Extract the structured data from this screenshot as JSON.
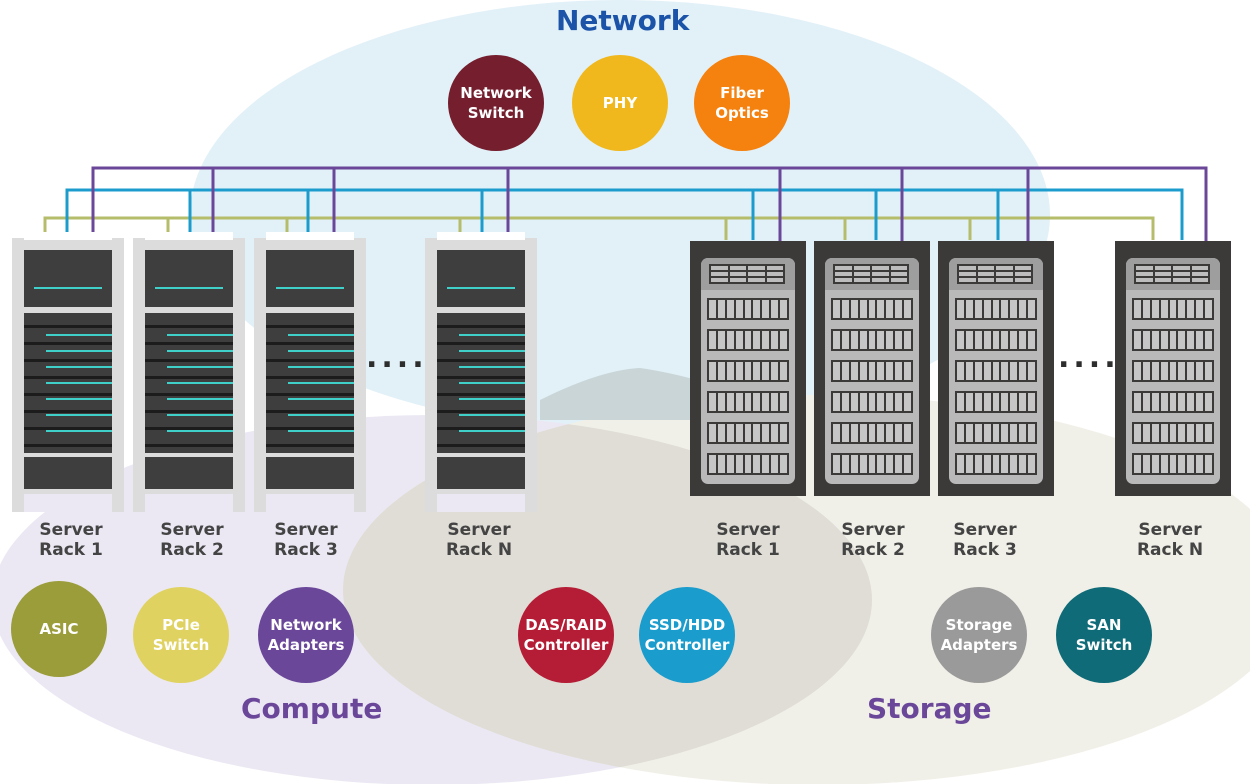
{
  "regions": {
    "network": {
      "title": "Network",
      "color": "#1a53a8",
      "fill": "#e2f1f8"
    },
    "compute": {
      "title": "Compute",
      "color": "#6b479a",
      "fill": "#ebe8f3"
    },
    "storage": {
      "title": "Storage",
      "color": "#6b479a",
      "fill": "#f1f0e8"
    },
    "overlap_fill": "#e0ddd6"
  },
  "network_components": [
    {
      "label": "Network\nSwitch",
      "color": "#741e2e"
    },
    {
      "label": "PHY",
      "color": "#f0b81d"
    },
    {
      "label": "Fiber\nOptics",
      "color": "#f5810f"
    }
  ],
  "compute_components": [
    {
      "label": "ASIC",
      "color": "#9b9c3a"
    },
    {
      "label": "PCIe\nSwitch",
      "color": "#e0d260"
    },
    {
      "label": "Network\nAdapters",
      "color": "#6b479a"
    }
  ],
  "shared_components": [
    {
      "label": "DAS/RAID\nController",
      "color": "#b51c35"
    },
    {
      "label": "SSD/HDD\nController",
      "color": "#1a9ccd"
    }
  ],
  "storage_components": [
    {
      "label": "Storage\nAdapters",
      "color": "#9a9a9a"
    },
    {
      "label": "SAN\nSwitch",
      "color": "#0f6b78"
    }
  ],
  "compute_racks": [
    {
      "label": "Server\nRack 1"
    },
    {
      "label": "Server\nRack 2"
    },
    {
      "label": "Server\nRack 3"
    },
    {
      "label": "Server\nRack N"
    }
  ],
  "storage_racks": [
    {
      "label": "Server\nRack 1"
    },
    {
      "label": "Server\nRack 2"
    },
    {
      "label": "Server\nRack 3"
    },
    {
      "label": "Server\nRack N"
    }
  ],
  "ellipsis": "....",
  "link_colors": {
    "green": "#b5bd6a",
    "blue": "#1c9ccc",
    "purple": "#6b479a"
  },
  "rack_colors": {
    "compute_frame": "#dcdcdc",
    "compute_panel": "#3e3e3e",
    "led": "#3fd0c9",
    "storage_frame": "#3b3a39",
    "storage_panel": "#b9b9b9"
  }
}
